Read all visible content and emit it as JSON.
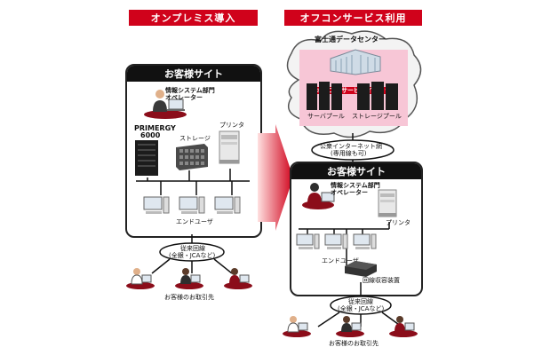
{
  "banners": {
    "onpremise": "オンプレミス導入",
    "offcon": "オフコンサービス利用"
  },
  "left": {
    "site_title": "お客様サイト",
    "operator": [
      "情報システム部門",
      "オペレーター"
    ],
    "server": [
      "PRIMERGY",
      "6000"
    ],
    "storage": "ストレージ",
    "printer": "プリンタ",
    "end_user": "エンドユーザ",
    "legacy_line": [
      "従来回線",
      "(全銀・JCAなど)"
    ],
    "partners": "お客様のお取引先"
  },
  "right": {
    "datacenter": "富士通データセンター",
    "infra": "オフコンサービスインフラ",
    "server_pool": "サーバプール",
    "storage_pool": "ストレージプール",
    "network": [
      "公衆インターネット網",
      "(専用線も可)"
    ],
    "site_title": "お客様サイト",
    "operator": [
      "情報システム部門",
      "オペレーター"
    ],
    "printer": "プリンタ",
    "end_user": "エンドユーザ",
    "line_device": "回線収容装置",
    "legacy_line": [
      "従来回線",
      "(全銀・JCAなど)"
    ],
    "partners": "お客様のお取引先"
  },
  "colors": {
    "accent": "#d0021b",
    "dark": "#111111",
    "cloud_fill": "#f3f3f3",
    "infra_pink": "#f7c6d6"
  }
}
